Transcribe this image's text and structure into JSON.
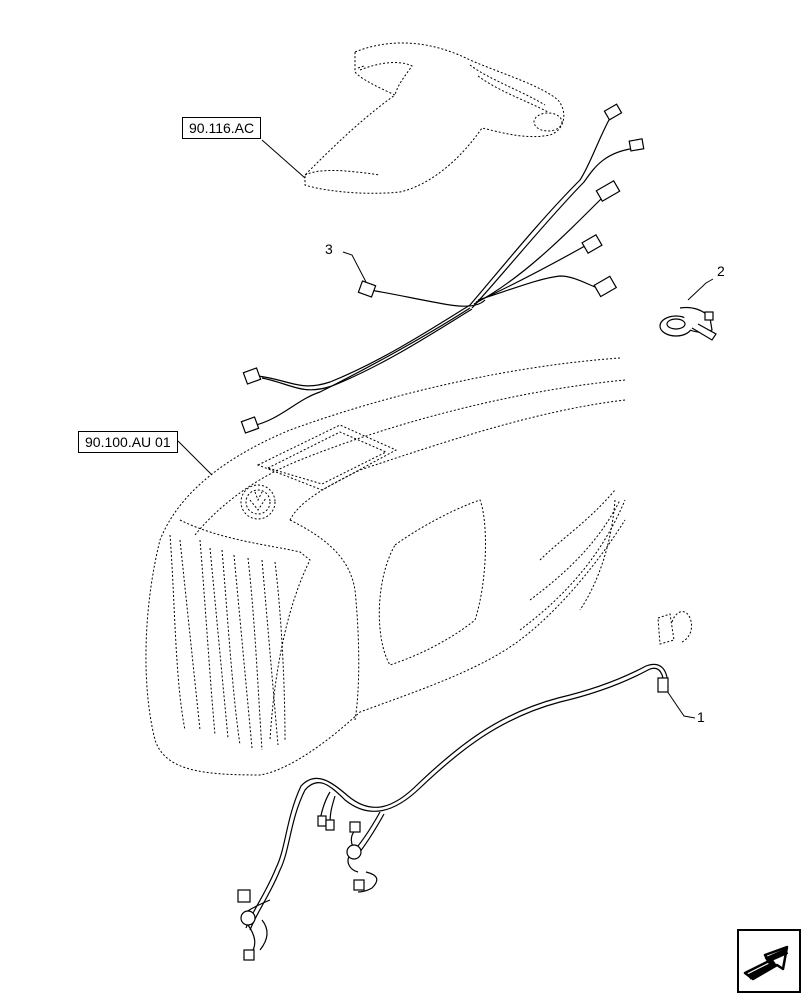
{
  "references": {
    "fender_ref": "90.116.AC",
    "hood_ref": "90.100.AU 01"
  },
  "callouts": {
    "item1": "1",
    "item2": "2",
    "item3": "3"
  },
  "nav": {
    "icon": "next-page-arrow-icon"
  },
  "colors": {
    "line": "#000000",
    "background": "#ffffff"
  }
}
